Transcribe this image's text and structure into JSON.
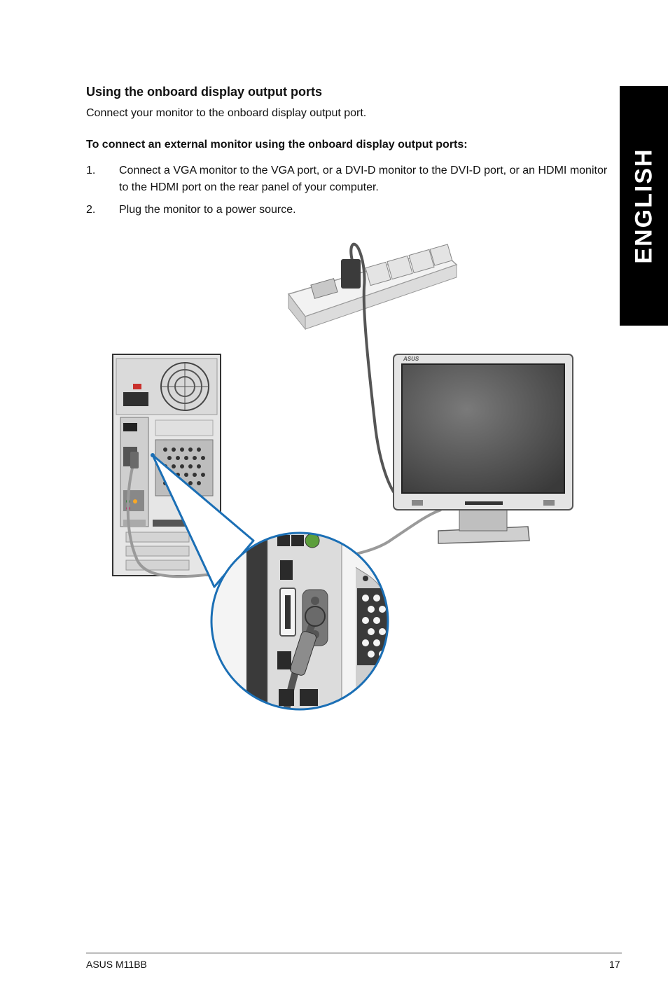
{
  "side_tab": {
    "label": "ENGLISH"
  },
  "section": {
    "heading": "Using the onboard display output ports",
    "intro": "Connect your monitor to the onboard display output port."
  },
  "procedure": {
    "title": "To connect an external monitor using the onboard display output ports:",
    "steps": [
      {
        "num": "1.",
        "text": "Connect a VGA monitor to the VGA port, or a DVI-D monitor to the DVI-D port, or an HDMI monitor to the HDMI port on the rear panel of your computer."
      },
      {
        "num": "2.",
        "text": "Plug the monitor to a power source."
      }
    ]
  },
  "illustration": {
    "monitor_brand": "ASUS",
    "colors": {
      "callout": "#1b6fb5",
      "dark_cable": "#555555",
      "light_cable": "#9a9a9a"
    }
  },
  "footer": {
    "product": "ASUS M11BB",
    "page": "17"
  }
}
